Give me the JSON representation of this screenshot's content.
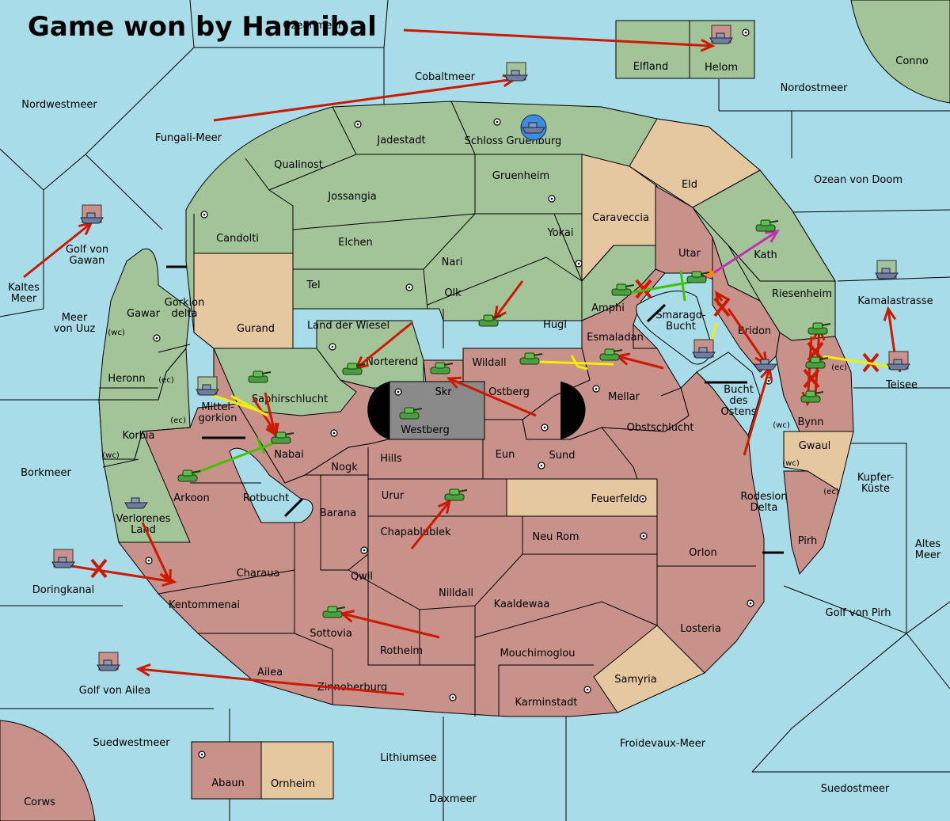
{
  "title": "Game won by Hannibal",
  "colors": {
    "sea": "#a8dce8",
    "green": "#a3c498",
    "red": "#c8918a",
    "neutral": "#e6c8a0",
    "grey": "#8a8a8a",
    "order_red": "#cc1a00",
    "order_yellow": "#f0f000",
    "order_green": "#44c000",
    "order_purple": "#c030b0"
  },
  "seas": [
    {
      "name": "Nordwestmeer"
    },
    {
      "name": "Cobaltmeer"
    },
    {
      "name": "Fungali-Meer"
    },
    {
      "name": "Ozeanmeer"
    },
    {
      "name": "Nordostmeer"
    },
    {
      "name": "Conno"
    },
    {
      "name": "Ozean von Doom"
    },
    {
      "name": "Kaltes Meer"
    },
    {
      "name": "Golf von Gawan"
    },
    {
      "name": "Meer von Uuz"
    },
    {
      "name": "Gorkion delta"
    },
    {
      "name": "Mittel-gorkion"
    },
    {
      "name": "Borkmeer"
    },
    {
      "name": "Rotbucht"
    },
    {
      "name": "Doringkanal"
    },
    {
      "name": "Golf von Ailea"
    },
    {
      "name": "Suedwestmeer"
    },
    {
      "name": "Corws"
    },
    {
      "name": "Lithiumsee"
    },
    {
      "name": "Daxmeer"
    },
    {
      "name": "Froidevaux-Meer"
    },
    {
      "name": "Suedostmeer"
    },
    {
      "name": "Golf von Pirh"
    },
    {
      "name": "Altes Meer"
    },
    {
      "name": "Kupfer-Küste"
    },
    {
      "name": "Kamalastrasse"
    },
    {
      "name": "Smaragd-Bucht"
    },
    {
      "name": "Bucht des Ostens"
    },
    {
      "name": "Rodesion Delta"
    }
  ],
  "provinces": [
    {
      "name": "Jadestadt"
    },
    {
      "name": "Schloss Gruenburg"
    },
    {
      "name": "Qualinost"
    },
    {
      "name": "Gruenheim"
    },
    {
      "name": "Eld"
    },
    {
      "name": "Jossangia"
    },
    {
      "name": "Candolti"
    },
    {
      "name": "Caraveccia"
    },
    {
      "name": "Elchen"
    },
    {
      "name": "Yokai"
    },
    {
      "name": "Nari"
    },
    {
      "name": "Utar"
    },
    {
      "name": "Kath"
    },
    {
      "name": "Tel"
    },
    {
      "name": "Olk"
    },
    {
      "name": "Amphi"
    },
    {
      "name": "Riesenheim"
    },
    {
      "name": "Gawar"
    },
    {
      "name": "Gurand"
    },
    {
      "name": "Land der Wiesel"
    },
    {
      "name": "Hugl"
    },
    {
      "name": "Esmaladan"
    },
    {
      "name": "Bridon"
    },
    {
      "name": "Heronn"
    },
    {
      "name": "Norterend"
    },
    {
      "name": "Wildall"
    },
    {
      "name": "Skr"
    },
    {
      "name": "Ostberg"
    },
    {
      "name": "Mellar"
    },
    {
      "name": "Teisee"
    },
    {
      "name": "Saphirschlucht"
    },
    {
      "name": "Westberg"
    },
    {
      "name": "Obstschlucht"
    },
    {
      "name": "Bynn"
    },
    {
      "name": "Korbia"
    },
    {
      "name": "Nabai"
    },
    {
      "name": "Hills"
    },
    {
      "name": "Eun"
    },
    {
      "name": "Sund"
    },
    {
      "name": "Gwaul"
    },
    {
      "name": "Nogk"
    },
    {
      "name": "Arkoon"
    },
    {
      "name": "Urur"
    },
    {
      "name": "Feuerfeld"
    },
    {
      "name": "Barana"
    },
    {
      "name": "Chapablublek"
    },
    {
      "name": "Pirh"
    },
    {
      "name": "Verlorenes Land"
    },
    {
      "name": "Neu Rom"
    },
    {
      "name": "Orlon"
    },
    {
      "name": "Charaua"
    },
    {
      "name": "Qwil"
    },
    {
      "name": "Nilldall"
    },
    {
      "name": "Kaaldewaa"
    },
    {
      "name": "Kentommenai"
    },
    {
      "name": "Sottovia"
    },
    {
      "name": "Losteria"
    },
    {
      "name": "Rotheim"
    },
    {
      "name": "Mouchimoglou"
    },
    {
      "name": "Ailea"
    },
    {
      "name": "Samyria"
    },
    {
      "name": "Zinnoberburg"
    },
    {
      "name": "Karminstadt"
    },
    {
      "name": "Abaun"
    },
    {
      "name": "Ornheim"
    },
    {
      "name": "Elfland"
    },
    {
      "name": "Helom"
    }
  ],
  "coast_tags": {
    "wc": "(wc)",
    "ec": "(ec)"
  }
}
